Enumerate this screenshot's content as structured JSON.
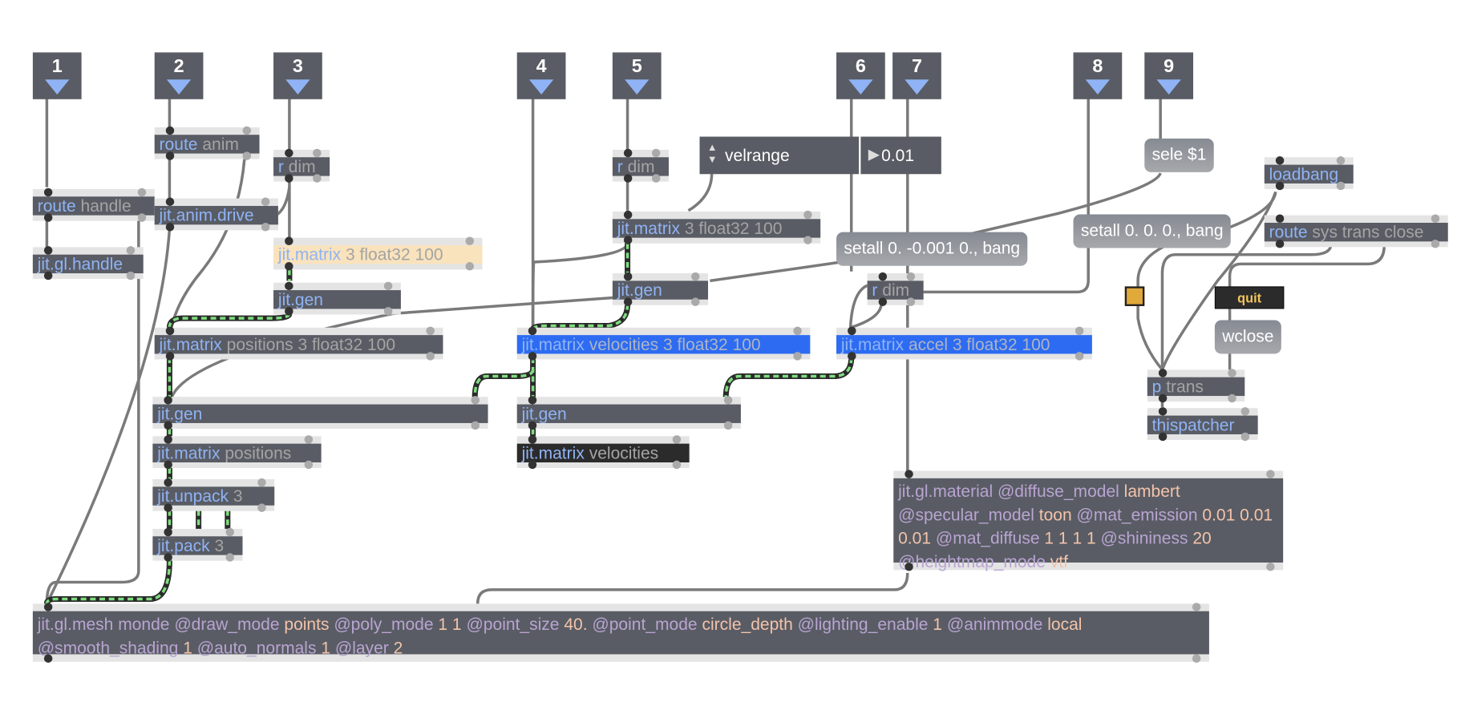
{
  "inlets": [
    {
      "num": "1"
    },
    {
      "num": "2"
    },
    {
      "num": "3"
    },
    {
      "num": "4"
    },
    {
      "num": "5"
    },
    {
      "num": "6"
    },
    {
      "num": "7"
    },
    {
      "num": "8"
    },
    {
      "num": "9"
    }
  ],
  "objects": {
    "route_handle": {
      "cls": "route",
      "arg": "handle"
    },
    "jit_gl_handle": {
      "cls": "jit.gl.handle",
      "arg": ""
    },
    "route_anim": {
      "cls": "route",
      "arg": "anim"
    },
    "jit_anim_drive": {
      "cls": "jit.anim.drive",
      "arg": ""
    },
    "r_dim_1": {
      "cls": "r",
      "arg": "dim"
    },
    "jit_matrix_tan": {
      "cls": "jit.matrix",
      "arg": "3 float32 100"
    },
    "jit_gen_1": {
      "cls": "jit.gen",
      "arg": ""
    },
    "jit_matrix_positions_full": {
      "cls": "jit.matrix",
      "arg": "positions 3 float32 100"
    },
    "jit_gen_2": {
      "cls": "jit.gen",
      "arg": ""
    },
    "jit_matrix_positions": {
      "cls": "jit.matrix",
      "arg": "positions"
    },
    "jit_unpack": {
      "cls": "jit.unpack",
      "arg": "3"
    },
    "jit_pack": {
      "cls": "jit.pack",
      "arg": "3"
    },
    "r_dim_2": {
      "cls": "r",
      "arg": "dim"
    },
    "jit_matrix_3": {
      "cls": "jit.matrix",
      "arg": "3 float32 100"
    },
    "jit_gen_3": {
      "cls": "jit.gen",
      "arg": ""
    },
    "jit_matrix_velocities_full": {
      "cls": "jit.matrix",
      "arg": "velocities 3 float32 100"
    },
    "jit_gen_4": {
      "cls": "jit.gen",
      "arg": ""
    },
    "jit_matrix_velocities": {
      "cls": "jit.matrix",
      "arg": "velocities"
    },
    "r_dim_3": {
      "cls": "r",
      "arg": "dim"
    },
    "jit_matrix_accel": {
      "cls": "jit.matrix",
      "arg": "accel 3 float32 100"
    },
    "loadbang": {
      "cls": "loadbang",
      "arg": ""
    },
    "route_sys": {
      "cls": "route",
      "arg": "sys trans close"
    },
    "p_trans": {
      "cls": "p",
      "arg": "trans"
    },
    "thispatcher": {
      "cls": "thispatcher",
      "arg": ""
    }
  },
  "attrui": {
    "label": "velrange",
    "value": "0.01"
  },
  "messages": {
    "setall_accel": "setall 0. -0.001 0., bang",
    "setall_zero": "setall 0. 0. 0., bang",
    "sele": "sele $1",
    "wclose": "wclose",
    "quit": "quit"
  },
  "material": {
    "tokens": [
      {
        "t": "jit.gl.material",
        "c": "cls"
      },
      {
        "t": " @diffuse_model",
        "c": "kw"
      },
      {
        "t": " lambert",
        "c": "val"
      },
      {
        "t": " @specular_model",
        "c": "kw"
      },
      {
        "t": " toon",
        "c": "val"
      },
      {
        "t": " @mat_emission",
        "c": "kw"
      },
      {
        "t": " 0.01 0.01 0.01",
        "c": "val"
      },
      {
        "t": " @mat_diffuse",
        "c": "kw"
      },
      {
        "t": " 1 1 1 1",
        "c": "val"
      },
      {
        "t": " @shininess",
        "c": "kw"
      },
      {
        "t": " 20",
        "c": "val"
      },
      {
        "t": " @heightmap_mode",
        "c": "kw"
      },
      {
        "t": " vtf",
        "c": "val"
      }
    ]
  },
  "mesh": {
    "tokens": [
      {
        "t": "jit.gl.mesh",
        "c": "cls"
      },
      {
        "t": " monde",
        "c": "arg"
      },
      {
        "t": " @draw_mode",
        "c": "kw"
      },
      {
        "t": " points",
        "c": "val"
      },
      {
        "t": " @poly_mode",
        "c": "kw"
      },
      {
        "t": " 1 1",
        "c": "val"
      },
      {
        "t": " @point_size",
        "c": "kw"
      },
      {
        "t": " 40.",
        "c": "val"
      },
      {
        "t": " @point_mode",
        "c": "kw"
      },
      {
        "t": " circle_depth",
        "c": "val"
      },
      {
        "t": " @lighting_enable",
        "c": "kw"
      },
      {
        "t": " 1",
        "c": "val"
      },
      {
        "t": " @animmode",
        "c": "kw"
      },
      {
        "t": " local",
        "c": "val"
      },
      {
        "t": " @smooth_shading",
        "c": "kw"
      },
      {
        "t": " 1",
        "c": "val"
      },
      {
        "t": " @auto_normals",
        "c": "kw"
      },
      {
        "t": " 1",
        "c": "val"
      },
      {
        "t": " @layer",
        "c": "kw"
      },
      {
        "t": " 2",
        "c": "val"
      }
    ]
  },
  "colors": {
    "toggle": "#e0a93a",
    "quit_text": "#f2c45c",
    "matrix_wire": "#7fdc7f",
    "selected": "#2d6cf2"
  }
}
